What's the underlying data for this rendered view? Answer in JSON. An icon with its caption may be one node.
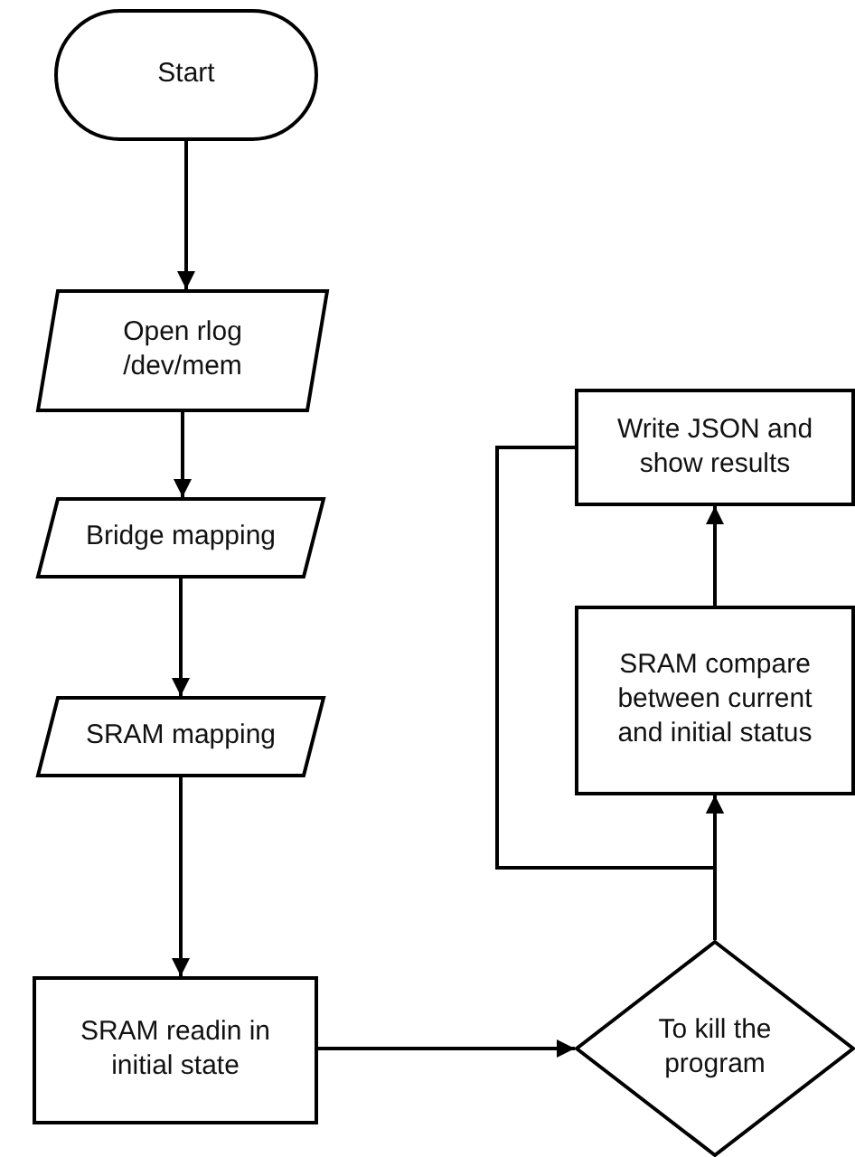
{
  "diagram": {
    "nodes": [
      {
        "text": [
          "Start"
        ]
      },
      {
        "text": [
          "Open rlog /dev/mem"
        ]
      },
      {
        "text": [
          "Bridge mapping"
        ]
      },
      {
        "text": [
          "SRAM mapping"
        ]
      },
      {
        "text": [
          "SRAM readin in initial state"
        ]
      },
      {
        "text": [
          "To kill the program"
        ]
      },
      {
        "text": [
          "SRAM compare between current and initial status"
        ]
      },
      {
        "text": [
          "Write JSON and show results"
        ]
      }
    ],
    "edges": [
      {
        "from": 0,
        "to": 1,
        "arrow": "to"
      },
      {
        "from": 1,
        "to": 2,
        "arrow": "to"
      },
      {
        "from": 2,
        "to": 3,
        "arrow": "to"
      },
      {
        "from": 3,
        "to": 4,
        "arrow": "to"
      },
      {
        "from": 4,
        "to": 5,
        "arrow": "to"
      },
      {
        "from": 5,
        "to": 6,
        "arrow": "to"
      },
      {
        "from": 6,
        "to": 7,
        "arrow": "to"
      },
      {
        "from": 7,
        "to": 6,
        "arrow": "to"
      }
    ]
  }
}
